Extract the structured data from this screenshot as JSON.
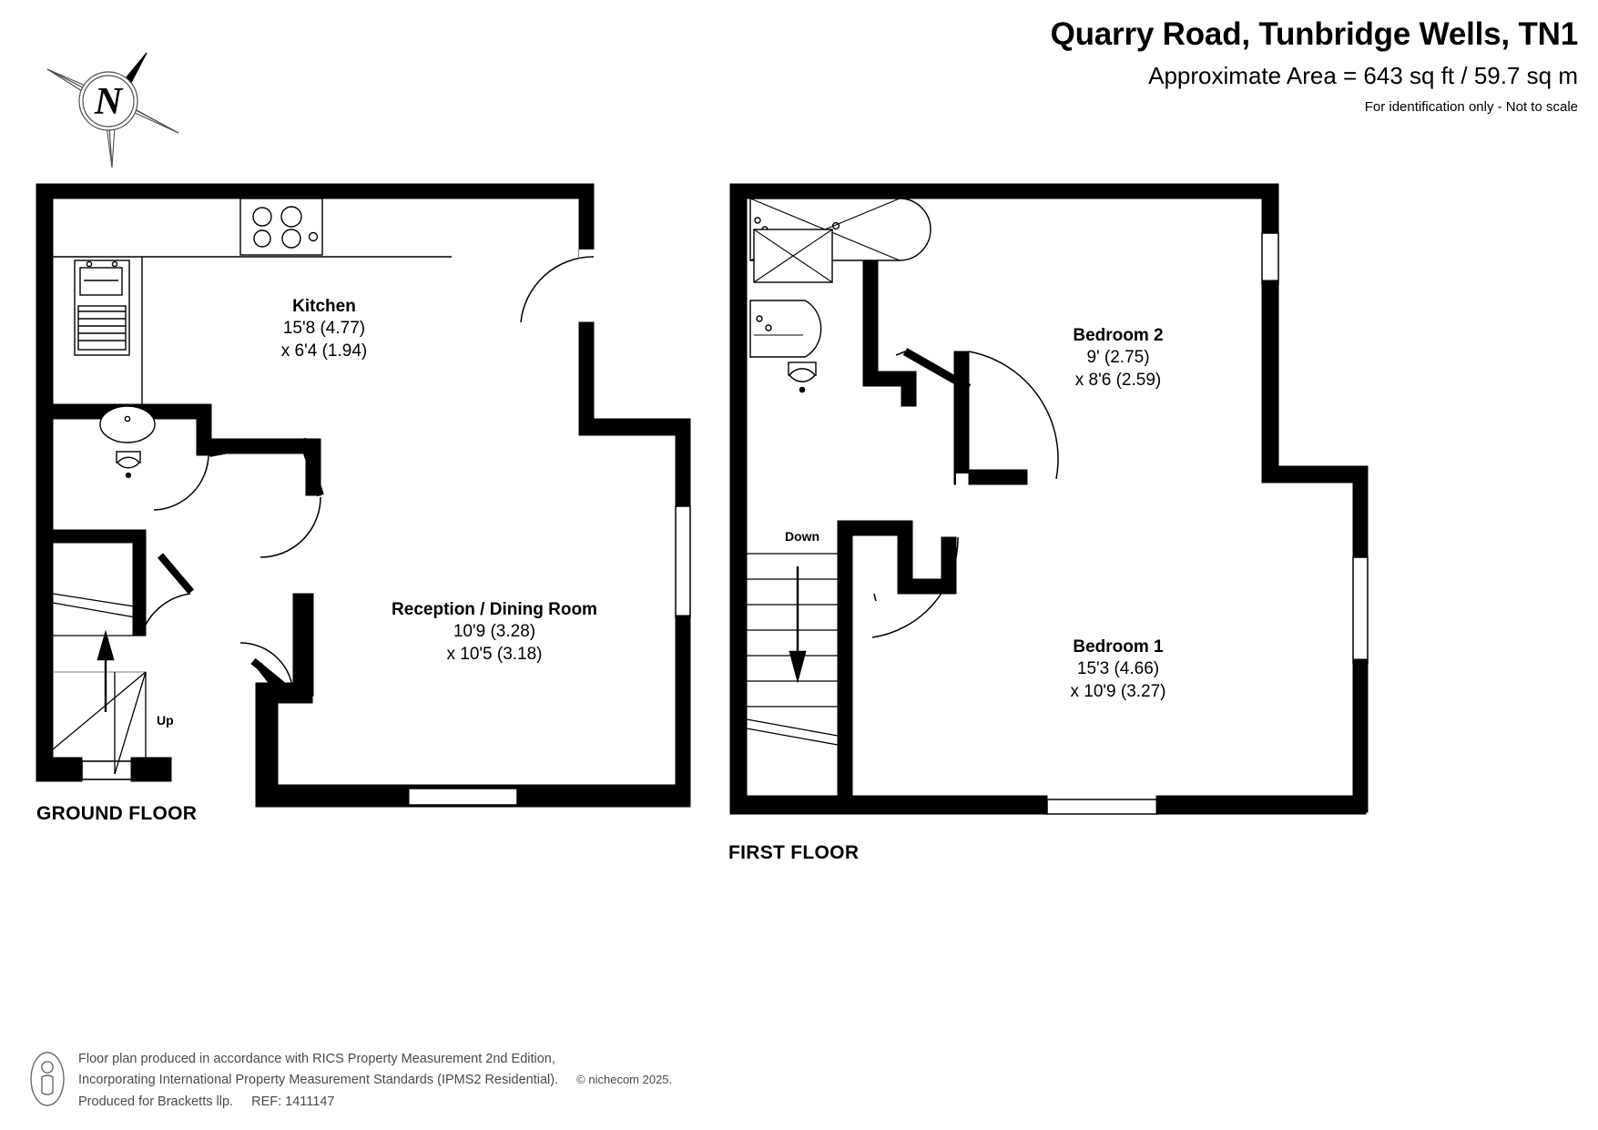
{
  "header": {
    "title": "Quarry Road, Tunbridge Wells, TN1",
    "area": "Approximate Area = 643 sq ft / 59.7 sq m",
    "disclaimer": "For identification only - Not to scale"
  },
  "compass": {
    "icon": "compass-rose-icon",
    "north_letter": "N"
  },
  "floors": [
    {
      "id": "ground",
      "label": "GROUND FLOOR",
      "rooms": [
        {
          "id": "kitchen",
          "name": "Kitchen",
          "dim_primary": "15'8 (4.77)",
          "dim_secondary": "x 6'4 (1.94)"
        },
        {
          "id": "reception",
          "name": "Reception / Dining Room",
          "dim_primary": "10'9 (3.28)",
          "dim_secondary": "x 10'5 (3.18)"
        }
      ],
      "stair_label": "Up"
    },
    {
      "id": "first",
      "label": "FIRST FLOOR",
      "rooms": [
        {
          "id": "bedroom2",
          "name": "Bedroom 2",
          "dim_primary": "9' (2.75)",
          "dim_secondary": "x 8'6 (2.59)"
        },
        {
          "id": "bedroom1",
          "name": "Bedroom 1",
          "dim_primary": "15'3 (4.66)",
          "dim_secondary": "x 10'9 (3.27)"
        }
      ],
      "stair_label": "Down"
    }
  ],
  "footer": {
    "icon": "person-in-ellipse-icon",
    "line1": "Floor plan produced in accordance with RICS Property Measurement 2nd Edition,",
    "line2a": "Incorporating International Property Measurement Standards (IPMS2 Residential).",
    "line2b": "© nichecom 2025.",
    "line3a": "Produced for Bracketts llp.",
    "line3b": "REF:  1411147"
  },
  "colors": {
    "wall": "#000000",
    "background": "#ffffff",
    "fixture_line": "#1a1a1a",
    "footer_text": "#4a4a4a"
  }
}
